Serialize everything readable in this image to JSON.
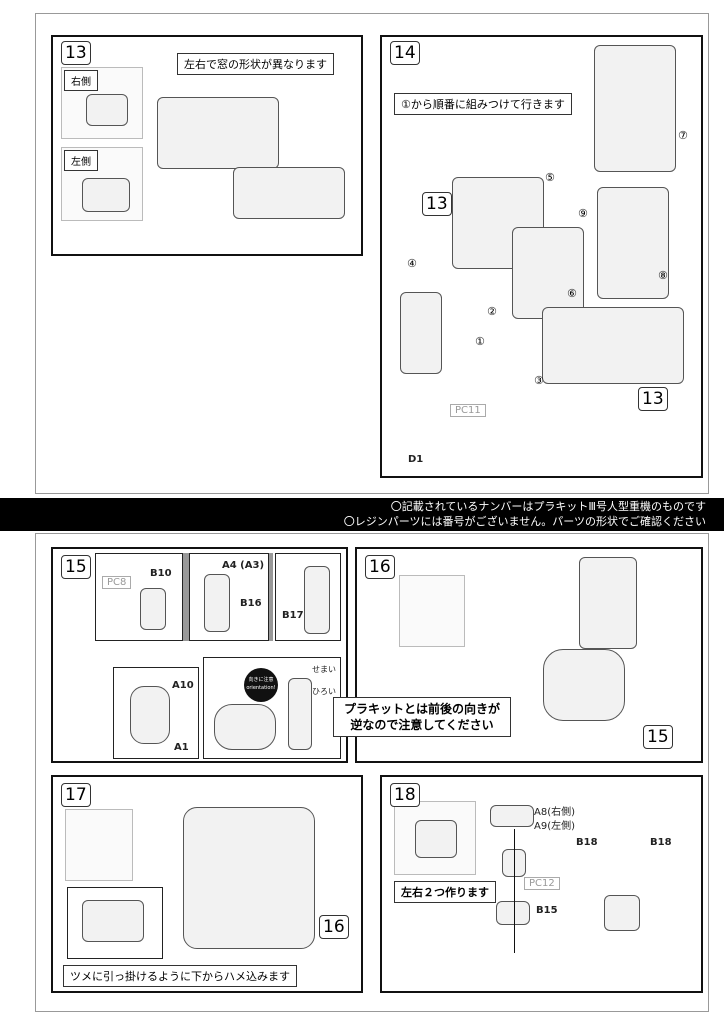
{
  "notice_bar": {
    "line1": "〇記載されているナンバーはプラキットⅢ号人型重機のものです",
    "line2": "〇レジンパーツには番号がございません。パーツの形状でご確認ください"
  },
  "steps": {
    "s13": {
      "number": "13",
      "right_label": "右側",
      "left_label": "左側",
      "note": "左右で窓の形状が異なります"
    },
    "s14": {
      "number": "14",
      "note": "①から順番に組みつけて行きます",
      "ref_a": "13",
      "ref_b": "13",
      "order": [
        "①",
        "②",
        "③",
        "④",
        "⑤",
        "⑥",
        "⑦",
        "⑧",
        "⑨"
      ],
      "pc": "PC11",
      "part": "D1"
    },
    "s15": {
      "number": "15",
      "pc": "PC8",
      "b10": "B10",
      "a4": "A4 (A3)",
      "b16": "B16",
      "b17": "B17",
      "a10": "A10",
      "a1": "A1",
      "badge_jp": "向きに注意",
      "badge_en": "orientation!",
      "narrow": "せまい",
      "wide": "ひろい",
      "note_line1": "プラキットとは前後の向きが",
      "note_line2": "逆なので注意してください"
    },
    "s16": {
      "number": "16",
      "ref": "15"
    },
    "s17": {
      "number": "17",
      "ref": "16",
      "note": "ツメに引っ掛けるように下からハメ込みます"
    },
    "s18": {
      "number": "18",
      "a8": "A8(右側)",
      "a9": "A9(左側)",
      "b18_left": "B18",
      "b18_right": "B18",
      "pc": "PC12",
      "b15": "B15",
      "note": "左右２つ作ります"
    }
  }
}
